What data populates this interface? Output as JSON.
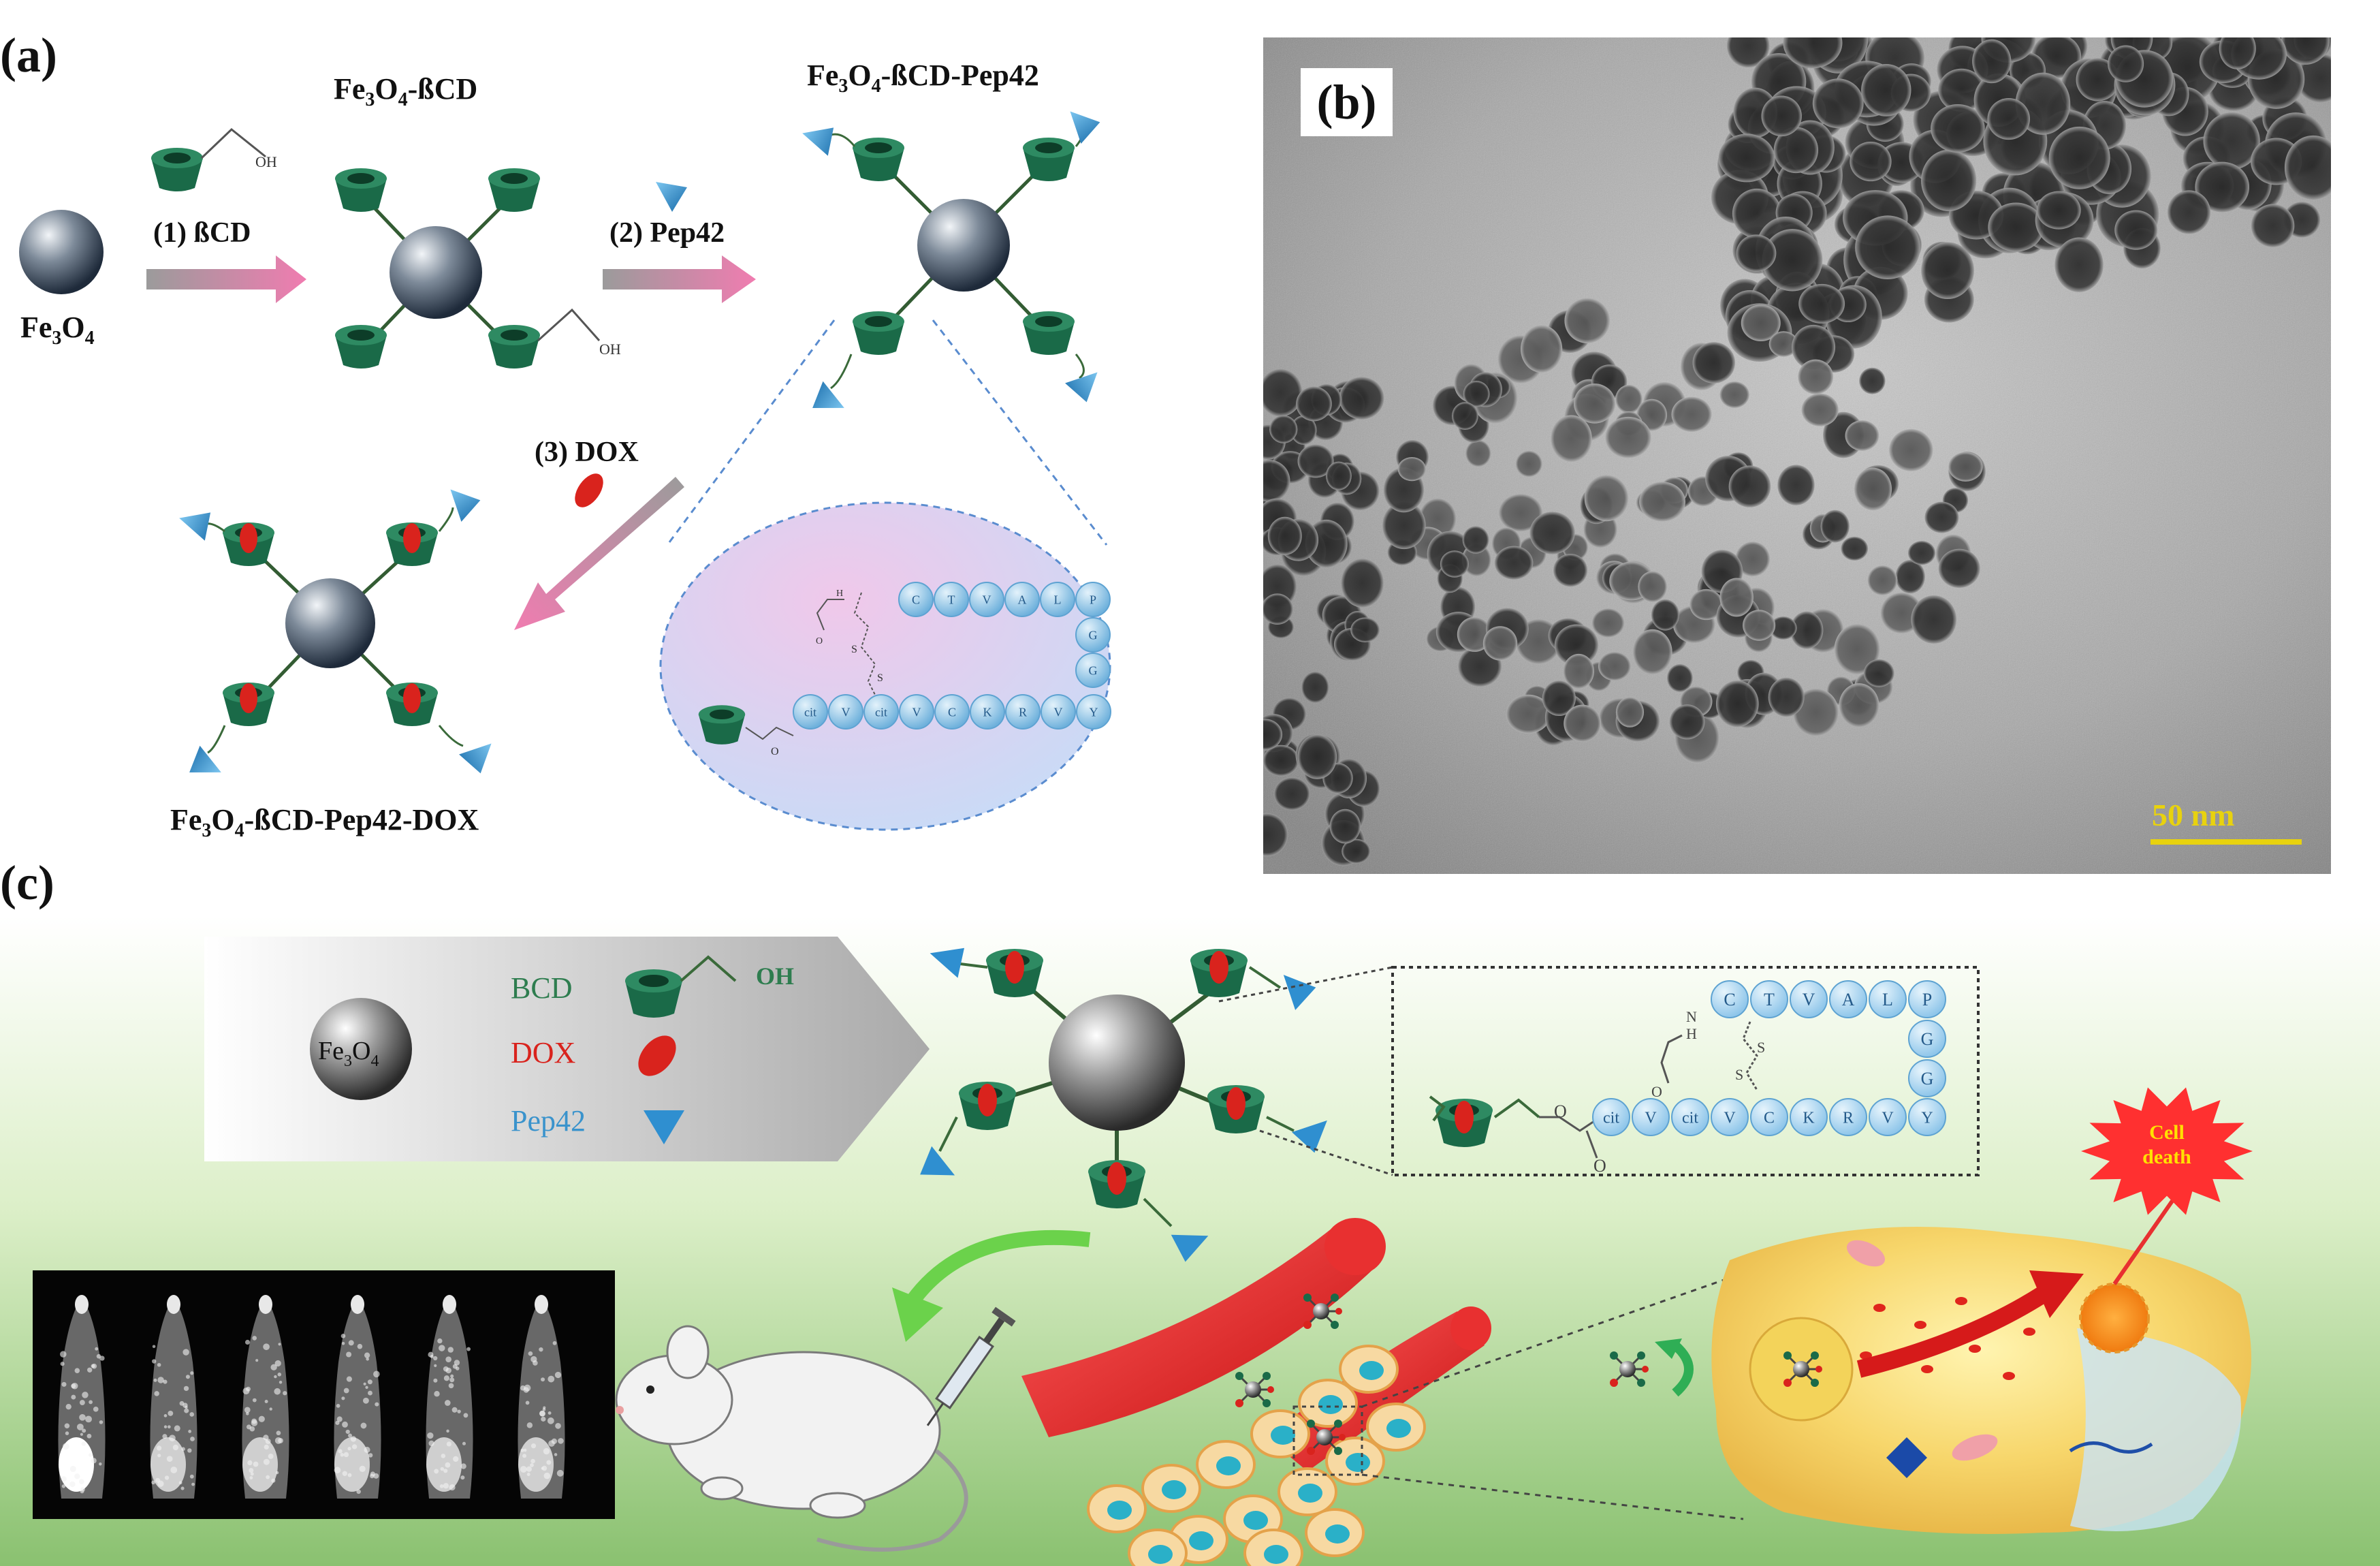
{
  "panels": {
    "a": {
      "label": "(a)",
      "core_label": "Fe3O4",
      "core_label_parts": [
        "Fe",
        "3",
        "O",
        "4"
      ],
      "compound1": {
        "full": "Fe3O4-ßCD",
        "parts": [
          "Fe",
          "3",
          "O",
          "4",
          "-ßCD"
        ]
      },
      "compound2": {
        "full": "Fe3O4-ßCD-Pep42",
        "parts": [
          "Fe",
          "3",
          "O",
          "4",
          "-ßCD-Pep42"
        ]
      },
      "compound3": {
        "full": "Fe3O4-ßCD-Pep42-DOX",
        "parts": [
          "Fe",
          "3",
          "O",
          "4",
          "-ßCD-Pep42-DOX"
        ]
      },
      "step1": "(1) ßCD",
      "step2": "(2) Pep42",
      "step3": "(3) DOX",
      "oh": "OH",
      "peptide_top": [
        "C",
        "T",
        "V",
        "A",
        "L",
        "P"
      ],
      "peptide_right": [
        "G",
        "G"
      ],
      "peptide_bottom": [
        "cit",
        "V",
        "cit",
        "V",
        "C",
        "K",
        "R",
        "V",
        "Y"
      ],
      "nh": "H",
      "ss": "S",
      "oxy": "O"
    },
    "b": {
      "label": "(b)",
      "scale": "50 nm"
    },
    "c": {
      "label": "(c)",
      "core_label": "Fe3O4",
      "core_label_parts": [
        "Fe",
        "3",
        "O",
        "4"
      ],
      "legend": [
        {
          "label": "BCD",
          "color": "#2e7d4f"
        },
        {
          "label": "DOX",
          "color": "#d9231d"
        },
        {
          "label": "Pep42",
          "color": "#3a93cc"
        }
      ],
      "oh": "OH",
      "peptide_top": [
        "C",
        "T",
        "V",
        "A",
        "L",
        "P"
      ],
      "peptide_right": [
        "G",
        "G"
      ],
      "peptide_bottom": [
        "cit",
        "V",
        "cit",
        "V",
        "C",
        "K",
        "R",
        "V",
        "Y"
      ],
      "nh": "N",
      "h": "H",
      "ss": "S",
      "oxy": "O",
      "cell_death": [
        "Cell",
        "death"
      ]
    }
  },
  "colors": {
    "bcd_green": "#1d6b4a",
    "dox_red": "#d9231d",
    "pep_blue": "#2f8fd0",
    "bead_blue": "#9ccbe8",
    "tem_gray": "#9a9a9a",
    "scale_yellow": "#e8d20e"
  }
}
